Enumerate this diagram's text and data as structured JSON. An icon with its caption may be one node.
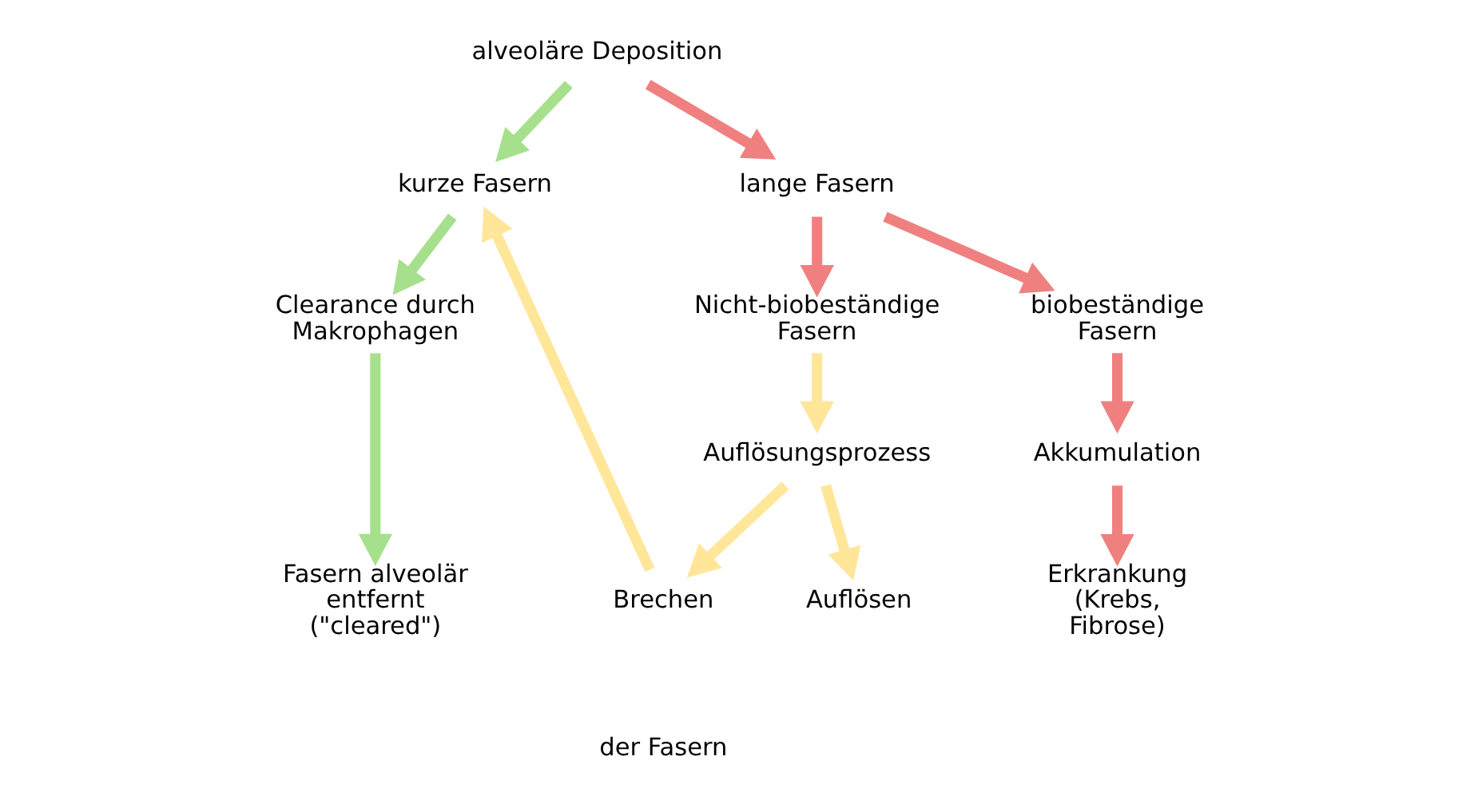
{
  "diagram": {
    "nodes": [
      {
        "text": [
          "alveoläre Deposition"
        ]
      },
      {
        "text": [
          "kurze Fasern"
        ]
      },
      {
        "text": [
          "lange Fasern"
        ]
      },
      {
        "text": [
          "Clearance durch Makrophagen"
        ]
      },
      {
        "text": [
          "Nicht-biobeständige Fasern"
        ]
      },
      {
        "text": [
          "biobeständige Fasern"
        ]
      },
      {
        "text": [
          "Auflösungsprozess"
        ]
      },
      {
        "text": [
          "Akkumulation"
        ]
      },
      {
        "text": [
          "Fasern alveolär entfernt (\"cleared\")"
        ]
      },
      {
        "text": [
          "Brechen"
        ]
      },
      {
        "text": [
          "Auflösen"
        ]
      },
      {
        "text": [
          "Erkrankung (Krebs, Fibrose)"
        ]
      }
    ],
    "edges": [
      {
        "from": 0,
        "to": 1,
        "arrow": "to",
        "color": "#a6e08c"
      },
      {
        "from": 0,
        "to": 2,
        "arrow": "to",
        "color": "#f08080"
      },
      {
        "from": 1,
        "to": 3,
        "arrow": "to",
        "color": "#a6e08c"
      },
      {
        "from": 2,
        "to": 4,
        "arrow": "to",
        "color": "#f08080"
      },
      {
        "from": 2,
        "to": 5,
        "arrow": "to",
        "color": "#f08080"
      },
      {
        "from": 3,
        "to": 8,
        "arrow": "to",
        "color": "#a6e08c"
      },
      {
        "from": 4,
        "to": 6,
        "arrow": "to",
        "color": "#ffe699"
      },
      {
        "from": 5,
        "to": 7,
        "arrow": "to",
        "color": "#f08080"
      },
      {
        "from": 6,
        "to": 9,
        "arrow": "to",
        "color": "#ffe699"
      },
      {
        "from": 6,
        "to": 10,
        "arrow": "to",
        "color": "#ffe699"
      },
      {
        "from": 7,
        "to": 11,
        "arrow": "to",
        "color": "#f08080"
      },
      {
        "from": 9,
        "to": 1,
        "arrow": "to",
        "color": "#ffe699"
      }
    ],
    "labels": [
      "der Fasern"
    ]
  }
}
